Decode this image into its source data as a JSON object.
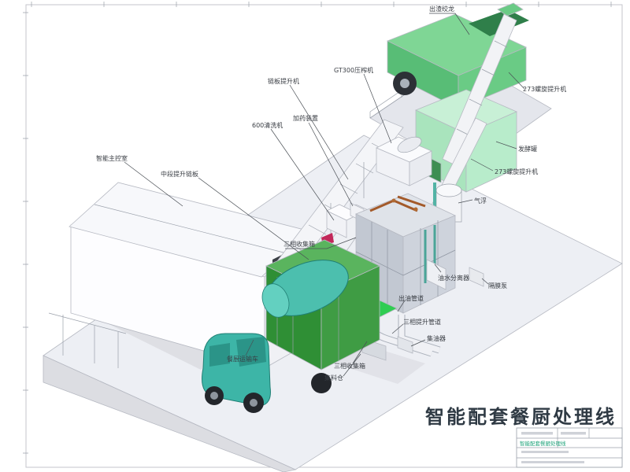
{
  "drawing": {
    "main_title": "智能配套餐厨处理线",
    "labels": {
      "slag_auger": "出渣绞龙",
      "screw_lift_top": "273螺旋提升机",
      "gt300_press": "GT300压榨机",
      "chain_plate_lift": "链板提升机",
      "washer_600": "600清洗机",
      "dosing_device": "加药装置",
      "mid_lift_chain": "中段提升链板",
      "control_room": "智能主控室",
      "fermenter": "发酵罐",
      "screw_lift_mid": "273螺旋提升机",
      "air_flotation": "气浮",
      "oil_water_separator": "油水分离器",
      "diaphragm_pump": "隔膜泵",
      "oil_out_pipe": "出油管道",
      "three_phase_box_upper": "三相收集箱",
      "three_phase_lift_pipe": "三相提升管道",
      "oil_collector": "集油器",
      "three_phase_box_lower": "三相收集箱",
      "feed_bin": "集料仓",
      "truck": "餐厨运输车"
    },
    "titleblock": {
      "product": "智能配套餐厨处理线"
    },
    "colors": {
      "platform": "#edeff4",
      "truck_cab": "#3db5a7",
      "truck_box": "#3f9c44",
      "tank": "#4cbfae",
      "machine_top": "#7fd695",
      "fermenter": "#a9e4bd",
      "funnel": "#2fcd52"
    }
  }
}
